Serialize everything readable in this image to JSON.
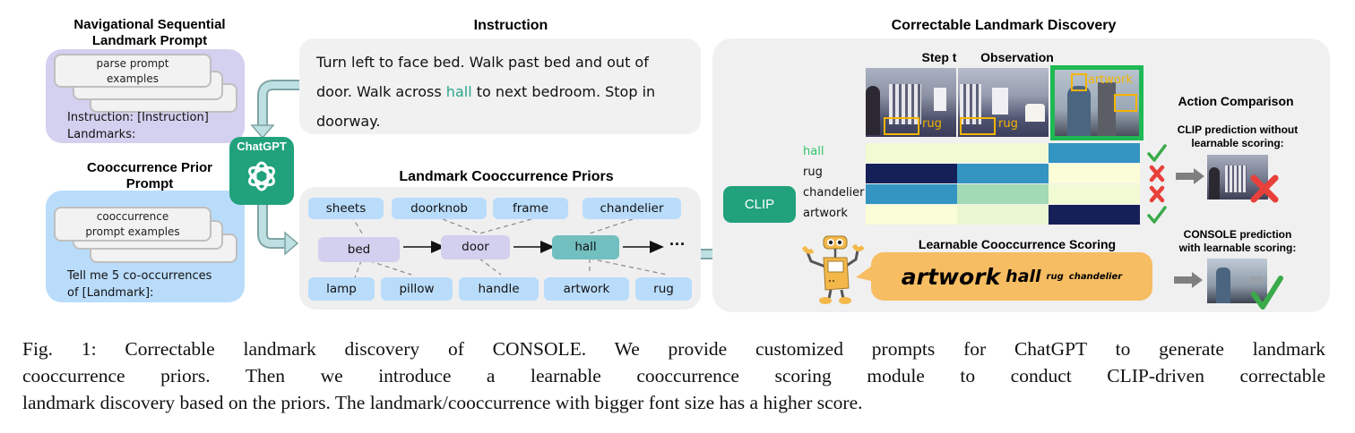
{
  "left": {
    "nav_prompt": {
      "title_line1": "Navigational Sequential",
      "title_line2": "Landmark Prompt",
      "card_line1": "parse prompt",
      "card_line2": "examples",
      "text_line1": "Instruction: [Instruction]",
      "text_line2": "Landmarks:",
      "bg_color": "#d4d0ef"
    },
    "cooc_prompt": {
      "title_line1": "Cooccurrence Prior",
      "title_line2": "Prompt",
      "card_line1": "cooccurrence",
      "card_line2": "prompt examples",
      "text_line1": "Tell me 5 co-occurrences",
      "text_line2": "of [Landmark]:",
      "bg_color": "#badcfb"
    }
  },
  "chatgpt": {
    "label": "ChatGPT",
    "icon": "openai-logo-icon",
    "color": "#21a27d"
  },
  "instruction": {
    "title": "Instruction",
    "line1": "Turn left to face bed. Walk past bed and out of",
    "line2_pre": "door. Walk across ",
    "line2_hl": "hall",
    "line2_post": " to next bedroom. Stop in",
    "line3": "doorway.",
    "highlight_color": "#2aa58c"
  },
  "priors": {
    "title": "Landmark Cooccurrence Priors",
    "top_row": [
      "sheets",
      "doorknob",
      "frame",
      "chandelier"
    ],
    "landmarks": [
      "bed",
      "door",
      "hall"
    ],
    "ellipsis": "···",
    "bottom_row": [
      "lamp",
      "pillow",
      "handle",
      "artwork",
      "rug"
    ]
  },
  "discovery": {
    "title": "Correctable Landmark Discovery",
    "step_label": "Step t",
    "obs_label": "Observation",
    "clip_label": "CLIP",
    "bbox_labels": [
      "rug",
      "rug",
      "artwork"
    ],
    "selected_view_index": 2,
    "selected_color": "#1db954",
    "heatmap": {
      "rows": [
        {
          "label": "hall",
          "highlight": true,
          "scores": [
            0.05,
            0.05,
            0.65
          ],
          "status": "check"
        },
        {
          "label": "rug",
          "highlight": false,
          "scores": [
            1.0,
            0.65,
            0.02
          ],
          "status": "cross"
        },
        {
          "label": "chandelier",
          "highlight": false,
          "scores": [
            0.65,
            0.35,
            0.05
          ],
          "status": "cross"
        },
        {
          "label": "artwork",
          "highlight": false,
          "scores": [
            0.02,
            0.08,
            1.0
          ],
          "status": "check"
        }
      ]
    },
    "scoring": {
      "title": "Learnable Cooccurrence Scoring",
      "words": [
        {
          "text": "artwork",
          "rank": 1
        },
        {
          "text": "hall",
          "rank": 2
        },
        {
          "text": "rug",
          "rank": 3
        },
        {
          "text": "chandelier",
          "rank": 3
        }
      ]
    },
    "comparison": {
      "title": "Action Comparison",
      "clip_line1": "CLIP prediction without",
      "clip_line2": "learnable scoring:",
      "clip_result": "cross",
      "console_line1": "CONSOLE prediction",
      "console_line2": "with learnable scoring:",
      "console_result": "check"
    }
  },
  "caption": {
    "line1": "Fig. 1: Correctable landmark discovery of CONSOLE. We provide customized prompts for ChatGPT to generate landmark",
    "line2": "cooccurrence priors. Then we introduce a learnable cooccurrence scoring module to conduct CLIP-driven correctable",
    "line3": "landmark discovery based on the priors. The landmark/cooccurrence with bigger font size has a higher score."
  }
}
